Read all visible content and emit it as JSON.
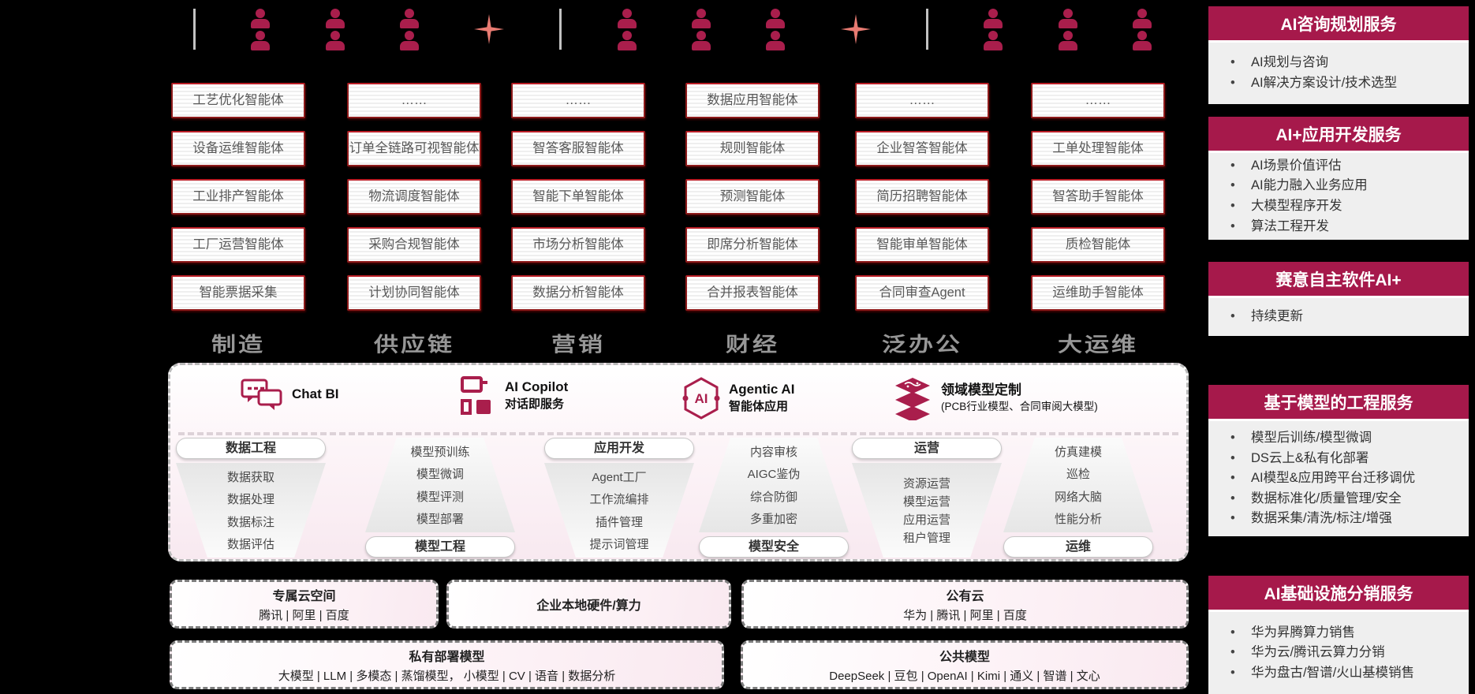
{
  "colors": {
    "crimson": "#A91E4C",
    "sidebar_header": "#A6194B",
    "sparkle": "#E87B72",
    "box_border": "#8e1b1b"
  },
  "icons": {
    "user": "user-icon",
    "sparkle": "sparkle-icon",
    "chat_bi": "chat-bubbles-icon",
    "copilot": "monitor-phone-icon",
    "agentic": "ai-hexagon-icon",
    "domain_model": "stacked-layers-icon"
  },
  "agent_columns": [
    {
      "label": "制造",
      "boxes": [
        "工艺优化智能体",
        "设备运维智能体",
        "工业排产智能体",
        "工厂运营智能体",
        "智能票据采集"
      ]
    },
    {
      "label": "供应链",
      "boxes": [
        "……",
        "订单全链路可视智能体",
        "物流调度智能体",
        "采购合规智能体",
        "计划协同智能体"
      ]
    },
    {
      "label": "营销",
      "boxes": [
        "……",
        "智答客服智能体",
        "智能下单智能体",
        "市场分析智能体",
        "数据分析智能体"
      ]
    },
    {
      "label": "财经",
      "boxes": [
        "数据应用智能体",
        "规则智能体",
        "预测智能体",
        "即席分析智能体",
        "合并报表智能体"
      ]
    },
    {
      "label": "泛办公",
      "boxes": [
        "……",
        "企业智答智能体",
        "简历招聘智能体",
        "智能审单智能体",
        "合同审查Agent"
      ]
    },
    {
      "label": "大运维",
      "boxes": [
        "……",
        "工单处理智能体",
        "智答助手智能体",
        "质检智能体",
        "运维助手智能体"
      ]
    }
  ],
  "platform": {
    "headers": [
      {
        "title": "Chat BI",
        "subtitle": ""
      },
      {
        "title": "AI Copilot",
        "subtitle": "对话即服务"
      },
      {
        "title": "Agentic AI",
        "subtitle": "智能体应用"
      },
      {
        "title": "领域模型定制",
        "subtitle": "(PCB行业模型、合同审阅大模型)"
      }
    ],
    "groups": [
      {
        "pill": "数据工程",
        "items": [
          "数据获取",
          "数据处理",
          "数据标注",
          "数据评估"
        ]
      },
      {
        "pill": "模型工程",
        "items": [
          "模型预训练",
          "模型微调",
          "模型评测",
          "模型部署"
        ]
      },
      {
        "pill": "应用开发",
        "items": [
          "Agent工厂",
          "工作流编排",
          "插件管理",
          "提示词管理"
        ]
      },
      {
        "pill": "模型安全",
        "items": [
          "内容审核",
          "AIGC鉴伪",
          "综合防御",
          "多重加密"
        ]
      },
      {
        "pill": "运营",
        "items": [
          "资源运营",
          "模型运营",
          "应用运营",
          "租户管理"
        ]
      },
      {
        "pill": "运维",
        "items": [
          "仿真建模",
          "巡检",
          "网络大脑",
          "性能分析"
        ]
      }
    ]
  },
  "infrastructure": {
    "row1": [
      {
        "title": "专属云空间",
        "subtitle": "腾讯 | 阿里 | 百度"
      },
      {
        "title": "企业本地硬件/算力",
        "subtitle": ""
      },
      {
        "title": "公有云",
        "subtitle": "华为 | 腾讯 | 阿里 | 百度"
      }
    ],
    "row2": [
      {
        "title": "私有部署模型",
        "subtitle": "大模型 | LLM | 多模态 | 蒸馏模型， 小模型 | CV | 语音 | 数据分析"
      },
      {
        "title": "公共模型",
        "subtitle": "DeepSeek | 豆包 | OpenAI | Kimi | 通义 | 智谱 | 文心"
      }
    ]
  },
  "sidebar": {
    "panels": [
      {
        "title": "AI咨询规划服务",
        "bullets": [
          "AI规划与咨询",
          "AI解决方案设计/技术选型"
        ]
      },
      {
        "title": "AI+应用开发服务",
        "bullets": [
          "AI场景价值评估",
          "AI能力融入业务应用",
          "大模型程序开发",
          "算法工程开发"
        ]
      },
      {
        "title": "赛意自主软件AI+",
        "bullets": [
          "持续更新"
        ]
      },
      {
        "title": "基于模型的工程服务",
        "bullets": [
          "模型后训练/模型微调",
          "DS云上&私有化部署",
          "AI模型&应用跨平台迁移调优",
          "数据标准化/质量管理/安全",
          "数据采集/清洗/标注/增强"
        ]
      },
      {
        "title": "AI基础设施分销服务",
        "bullets": [
          "华为昇腾算力销售",
          "华为云/腾讯云算力分销",
          "华为盘古/智谱/火山基模销售"
        ]
      }
    ]
  }
}
